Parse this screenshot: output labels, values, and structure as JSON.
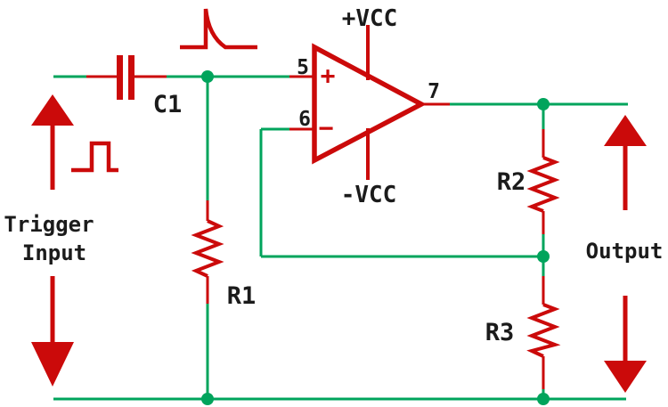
{
  "diagram": {
    "type": "circuit-schematic",
    "labels": {
      "trigger_line1": "Trigger",
      "trigger_line2": "Input",
      "output": "Output"
    },
    "components": {
      "capacitor": "C1",
      "resistor_r1": "R1",
      "resistor_r2": "R2",
      "resistor_r3": "R3"
    },
    "opamp": {
      "pin_noninverting": "5",
      "pin_inverting": "6",
      "pin_output": "7",
      "noninverting_symbol": "+",
      "inverting_symbol": "−",
      "positive_supply": "+VCC",
      "negative_supply": "-VCC"
    },
    "colors": {
      "component_red": "#cb0a0a",
      "wire_green": "#00a45c",
      "text_black": "#1b1b1b",
      "background": "#ffffff"
    }
  }
}
